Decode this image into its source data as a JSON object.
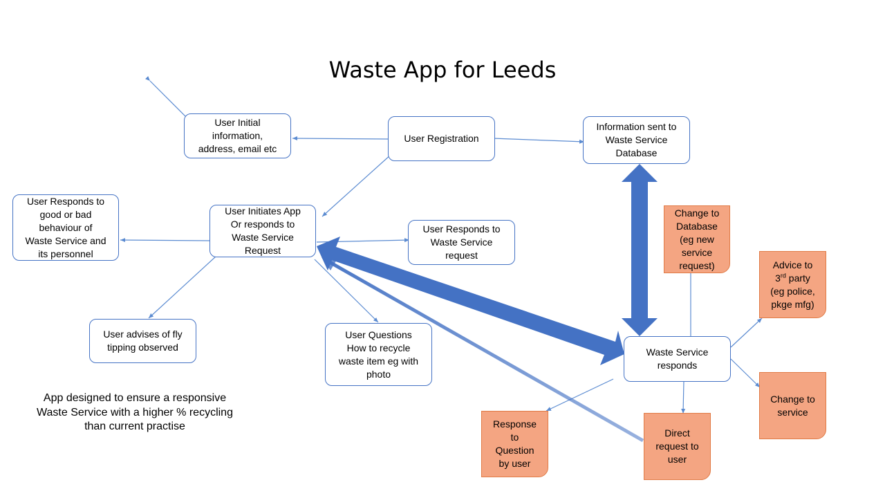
{
  "title": "Waste App for Leeds",
  "boxes": {
    "user_initial": "User Initial\ninformation,\naddress, email etc",
    "user_registration": "User Registration",
    "info_sent": "Information  sent to\nWaste Service\nDatabase",
    "user_responds_behaviour": "User Responds to\ngood or bad\nbehaviour of\nWaste Service and\nits personnel",
    "user_initiates": "User Initiates App\nOr responds to\nWaste Service\nRequest",
    "user_responds_request": "User Responds to\nWaste Service\nrequest",
    "fly_tipping": "User advises of fly\ntipping observed",
    "user_questions": "User Questions\nHow to recycle\nwaste item eg with\nphoto",
    "waste_responds": "Waste Service\nresponds"
  },
  "orange_boxes": {
    "change_database": "Change to\nDatabase\n(eg new\nservice\nrequest)",
    "advice_line1": "Advice to",
    "advice_num": "3",
    "advice_sup": "rd",
    "advice_rest": " party\n(eg police,\npkge mfg)",
    "change_service": "Change to\nservice",
    "response_question": "Response\nto\nQuestion\nby user",
    "direct_request": "Direct\nrequest to\nuser"
  },
  "note": "App designed to ensure a responsive\nWaste Service with a higher % recycling\nthan current practise",
  "colors": {
    "box_border": "#4472c4",
    "big_arrow": "#4472c4",
    "orange_fill": "#f4a582",
    "thin_line": "#5b8bd1"
  }
}
